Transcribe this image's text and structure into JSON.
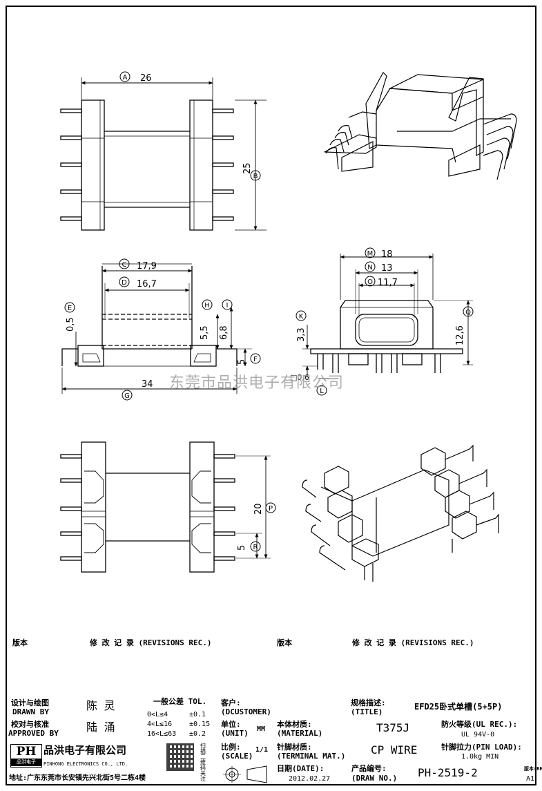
{
  "dimensions": {
    "A": {
      "marker": "A",
      "value": "26"
    },
    "B": {
      "marker": "B",
      "value": "25"
    },
    "C": {
      "marker": "C",
      "value": "17,9"
    },
    "D": {
      "marker": "D",
      "value": "16,7"
    },
    "E": {
      "marker": "E",
      "value": "0,5"
    },
    "F": {
      "marker": "F",
      "value": "5"
    },
    "G": {
      "marker": "G",
      "value": "34"
    },
    "H": {
      "marker": "H",
      "value": "5,5"
    },
    "I": {
      "marker": "I",
      "value": "6,8"
    },
    "K": {
      "marker": "K",
      "value": "3,3"
    },
    "L": {
      "marker": "L",
      "value": "□0,6"
    },
    "M": {
      "marker": "M",
      "value": "18"
    },
    "N": {
      "marker": "N",
      "value": "13"
    },
    "O": {
      "marker": "O",
      "value": "11,7"
    },
    "Q": {
      "marker": "Q",
      "value": "12,6"
    },
    "P": {
      "marker": "P",
      "value": "20"
    },
    "R": {
      "marker": "R",
      "value": "5"
    }
  },
  "watermark": "东莞市品洪电子有限公司",
  "revisions": {
    "col_version_left": "版本",
    "col_record_left": "修 改 记 录 (REVISIONS REC.)",
    "col_version_right": "版本",
    "col_record_right": "修 改 记 录 (REVISIONS REC.)"
  },
  "title_block": {
    "designed_label_cn": "设计与绘图",
    "designed_label_en": "DRAWN BY",
    "designed_value": "陈 灵",
    "approved_label_cn": "校对与核准",
    "approved_label_en": "APPROVED BY",
    "approved_value": "陆 涌",
    "tolerance_title": "一般公差 TOL.",
    "tolerance_rows": [
      {
        "range": "0<L≤4",
        "tol": "±0.1"
      },
      {
        "range": "4<L≤16",
        "tol": "±0.15"
      },
      {
        "range": "16<L≤63",
        "tol": "±0.2"
      }
    ],
    "customer_label_cn": "客户:",
    "customer_label_en": "(DCUSTOMER)",
    "title_label_cn": "规格描述:",
    "title_label_en": "(TITLE)",
    "title_value": "EFD25卧式单槽(5+5P)",
    "unit_label_cn": "单位:",
    "unit_label_en": "(UNIT)",
    "unit_value": "MM",
    "material_label_cn": "本体材质:",
    "material_label_en": "(MATERIAL)",
    "material_value": "T375J",
    "fire_label": "防火等级(UL REC.):",
    "fire_value": "UL 94V-0",
    "scale_label_cn": "比例:",
    "scale_label_en": "(SCALE)",
    "scale_value": "1/1",
    "terminal_label_cn": "针脚材质:",
    "terminal_label_en": "(TERMINAL MAT.)",
    "terminal_value": "CP WIRE",
    "pinload_label": "针脚拉力(PIN LOAD):",
    "pinload_value": "1.0kg MIN",
    "date_label_cn": "日期(DATE):",
    "date_value": "2012.02.27",
    "drawno_label_cn": "产品编号:",
    "drawno_label_en": "(DRAW NO.)",
    "drawno_value": "PH-2519-2",
    "rev_label": "版本(REV):",
    "rev_value": "A1",
    "company_logo": "PH",
    "company_logo_sub": "品洪电子",
    "company_cn": "品洪电子有限公司",
    "company_en": "PINHONG ELECTRONICS CO., LTD.",
    "address": "地址:广东东莞市长安镇先兴北街5号二栋4楼",
    "qr_caption": "扫描二维码关注"
  }
}
